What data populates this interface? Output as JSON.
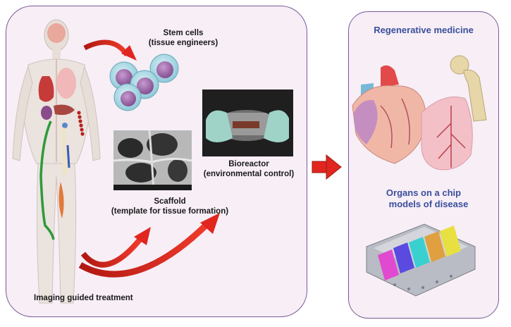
{
  "left_panel": {
    "stem_cells": {
      "line1": "Stem cells",
      "line2": "(tissue engineers)"
    },
    "bioreactor": {
      "line1": "Bioreactor",
      "line2": "(environmental control)"
    },
    "scaffold": {
      "line1": "Scaffold",
      "line2": "(template for tissue formation)"
    },
    "imaging": "Imaging guided treatment"
  },
  "right_panel": {
    "regenerative": "Regenerative medicine",
    "organs_chip": {
      "line1": "Organs on a chip",
      "line2": "models of disease"
    }
  },
  "colors": {
    "panel_border": "#7a5a9a",
    "panel_fill": "#f7eef6",
    "arrow_red": "#e0261f",
    "heading_blue": "#3a4f9c",
    "cell_outer": "#a7dbe6",
    "cell_nucleus": "#a06aa8"
  }
}
